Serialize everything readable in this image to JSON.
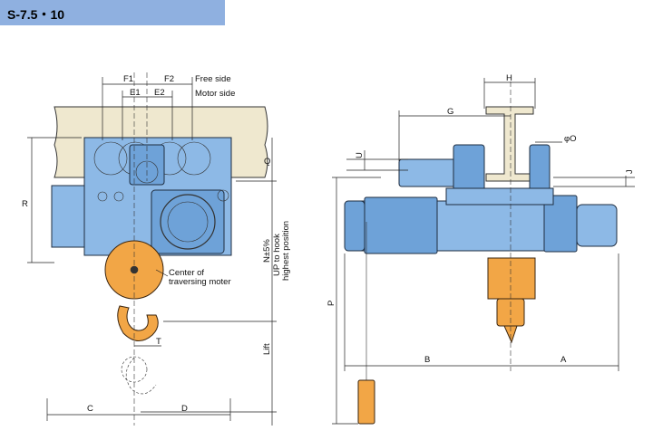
{
  "header": {
    "title": "S-7.5・10"
  },
  "labels": {
    "F1": "F1",
    "F2": "F2",
    "E1": "E1",
    "E2": "E2",
    "free_side": "Free side",
    "motor_side": "Motor side",
    "R": "R",
    "Q": "Q",
    "N_up": "N±5%",
    "up_to_hook": "UP to hook",
    "highest_position": "highest position",
    "center_of": "Center of",
    "traversing_motor": "traversing moter",
    "T": "T",
    "Lift": "Lift",
    "C": "C",
    "D": "D",
    "H": "H",
    "G": "G",
    "phi_O": "φO",
    "U": "U",
    "J": "J",
    "P": "P",
    "B": "B",
    "A": "A"
  },
  "colors": {
    "header_bg": "#8fb0e0",
    "body_blue": "#8db9e6",
    "hook_orange": "#f2a646",
    "beam": "#efe8cf"
  }
}
